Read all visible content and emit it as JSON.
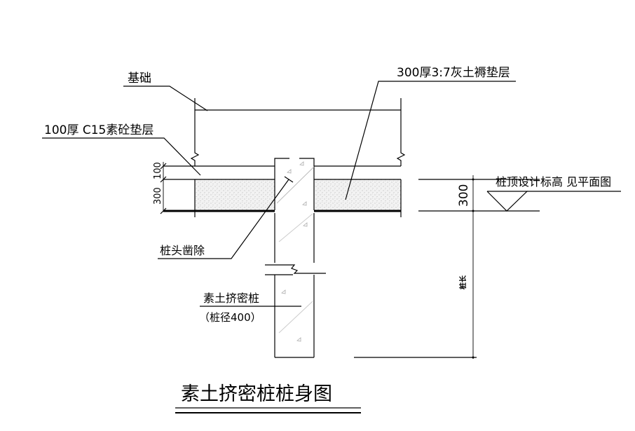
{
  "labels": {
    "foundation": "基础",
    "cushion": "300厚3:7灰土褥垫层",
    "concrete_bed": "100厚 C15素砼垫层",
    "pile_head": "桩头凿除",
    "pile_name": "素土挤密桩",
    "pile_diameter": "（桩径400）",
    "pile_top": "桩顶设计标高 见平面图",
    "pile_length": "桩长"
  },
  "dimensions": {
    "bed_thickness": "100",
    "cushion_thickness": "300",
    "right_cushion": "300"
  },
  "title": "素土挤密桩桩身图"
}
